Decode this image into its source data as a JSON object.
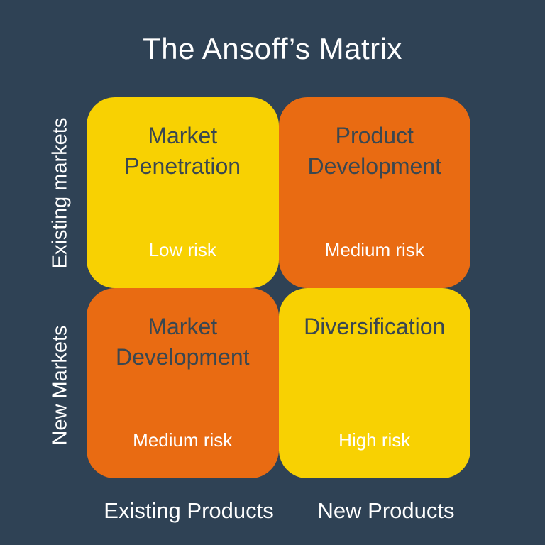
{
  "title": "The Ansoff’s Matrix",
  "colors": {
    "background": "#2F4255",
    "yellow": "#F8D102",
    "orange": "#E96B12",
    "dark_text": "#3A4750",
    "light_text": "#FFFFFF"
  },
  "axes": {
    "rows": [
      {
        "label": "Existing markets"
      },
      {
        "label": "New Markets"
      }
    ],
    "columns": [
      {
        "label": "Existing Products"
      },
      {
        "label": "New Products"
      }
    ]
  },
  "quadrants": [
    {
      "title": "Market Penetration",
      "risk": "Low risk",
      "color": "yellow",
      "position": "top-left"
    },
    {
      "title": "Product Development",
      "risk": "Medium risk",
      "color": "orange",
      "position": "top-right"
    },
    {
      "title": "Market Development",
      "risk": "Medium risk",
      "color": "orange",
      "position": "bottom-left"
    },
    {
      "title": "Diversification",
      "risk": "High risk",
      "color": "yellow",
      "position": "bottom-right"
    }
  ]
}
